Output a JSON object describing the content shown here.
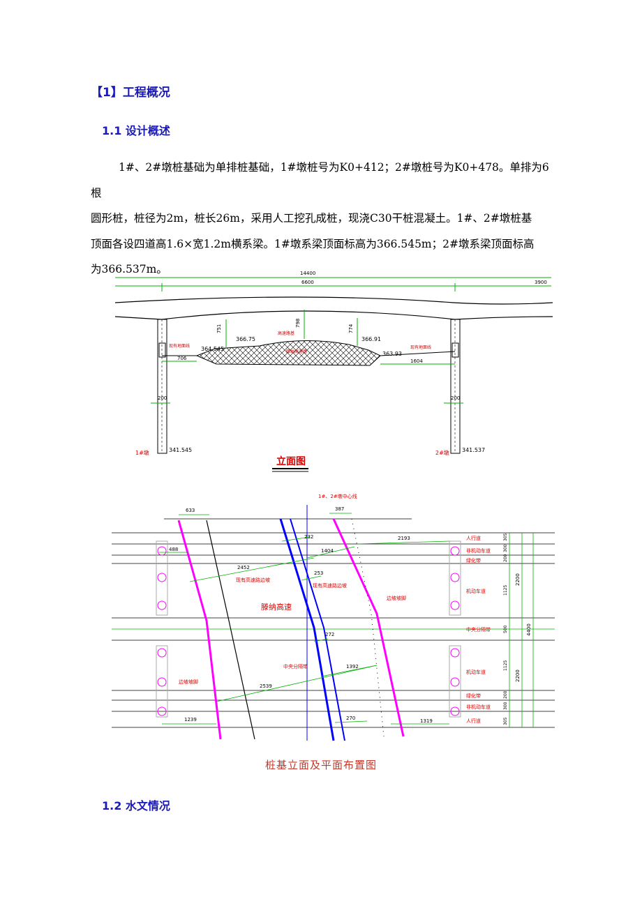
{
  "sections": {
    "s1_title": "【1】工程概况",
    "s1_1_title": "1.1 设计概述",
    "s1_2_title": "1.2 水文情况"
  },
  "paragraph": {
    "line1": "1#、2#墩桩基础为单排桩基础，1#墩桩号为K0+412；2#墩桩号为K0+478。单排为6根",
    "line2": "圆形桩，桩径为2m，桩长26m，采用人工挖孔成桩，现浇C30干桩混凝土。1#、2#墩桩基",
    "line3": "顶面各设四道高1.6×宽1.2m横系梁。1#墩系梁顶面标高为366.545m；2#墩系梁顶面标高",
    "line4": "为366.537m。"
  },
  "elevation": {
    "dim_total": "14400",
    "dim_span": "6600",
    "dim_right": "3900",
    "d751": "751",
    "d798": "798",
    "d774": "774",
    "el_36675": "366.75",
    "el_36691": "366.91",
    "el_364545": "364.545",
    "el_36393": "363.93",
    "d706": "706",
    "d1604": "1604",
    "d200_left": "200",
    "d200_right": "200",
    "pier1": "1#墩",
    "pier2": "2#墩",
    "el_bottom1": "341.545",
    "el_bottom2": "341.537",
    "lbl_ground_left": "现有地面线",
    "lbl_ground_right": "现有地面线",
    "lbl_road": "高速路基",
    "lbl_hatch": "滕纳高速路",
    "title": "立面图"
  },
  "plan": {
    "center_label": "1#、2#墩中心线",
    "d633": "633",
    "d387": "387",
    "d488": "488",
    "d232": "232",
    "d2193": "2193",
    "d1404": "1404",
    "d2452": "2452",
    "d253": "253",
    "d272": "272",
    "d1392": "1392",
    "d2539": "2539",
    "d1239": "1239",
    "d270": "270",
    "d1319": "1319",
    "lbl_existing_boundary_l": "现有高速路边坡",
    "lbl_existing_boundary_r": "现有高速路边坡",
    "lbl_highway": "滕纳高速",
    "lbl_slope_foot_r": "边坡坡脚",
    "lbl_slope_foot_l": "边坡坡脚",
    "lbl_median_center": "中央分隔带",
    "lanes": [
      "人行道",
      "非机动车道",
      "绿化带",
      "机动车道",
      "中央分隔带",
      "机动车道",
      "绿化带",
      "非机动车道",
      "人行道"
    ],
    "lane_dims": [
      "305",
      "300",
      "200",
      "1125",
      "500",
      "1125",
      "200",
      "300",
      "305"
    ],
    "d2200_top": "2200",
    "d2200_bot": "2200",
    "d4400": "4400"
  },
  "caption": "桩基立面及平面布置图",
  "colors": {
    "heading": "#1a1ab8",
    "caption": "#c0392b",
    "dim_green": "#00b300",
    "magenta": "#ff00ff",
    "blue": "#0000ff",
    "red": "#e00000"
  }
}
